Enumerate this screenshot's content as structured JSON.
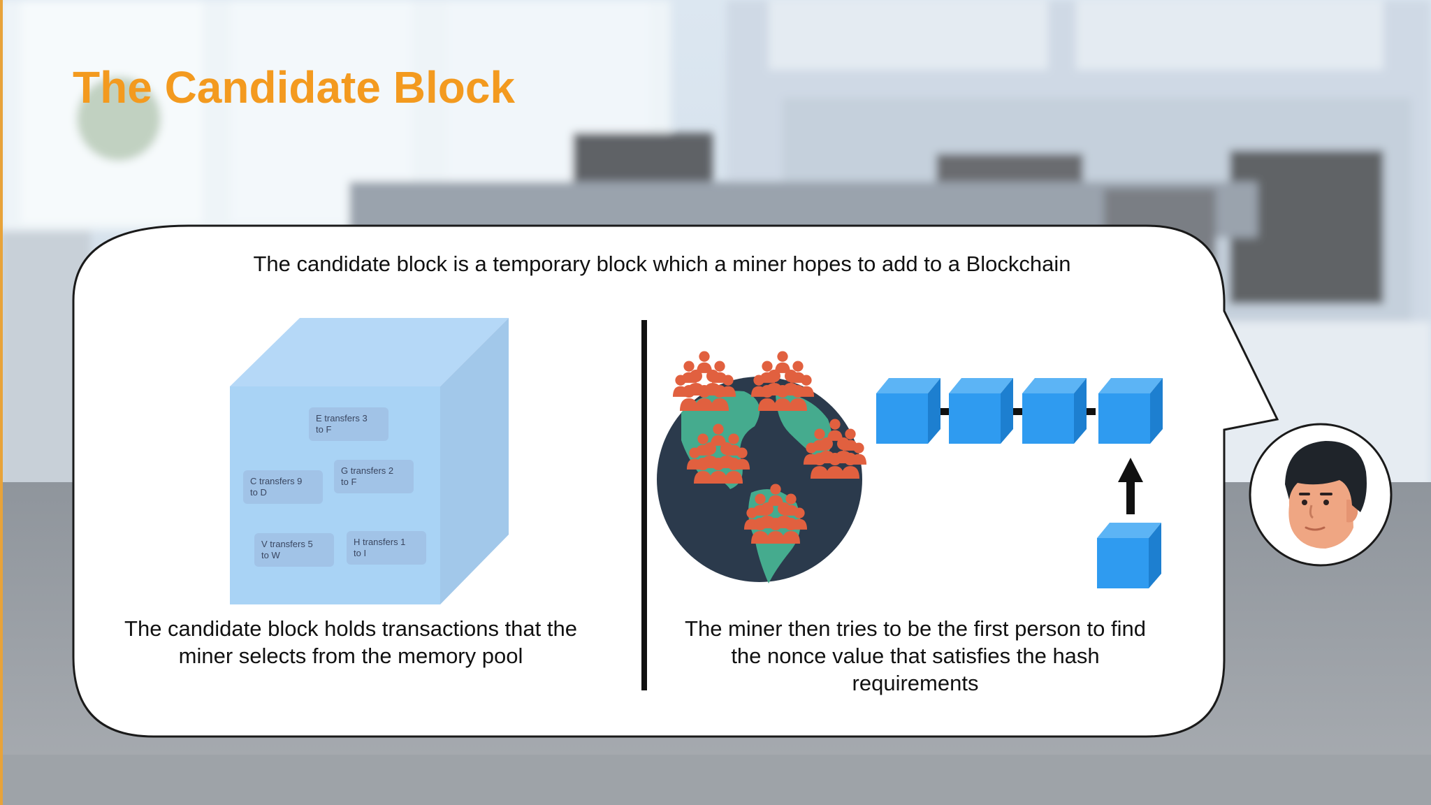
{
  "slide": {
    "title": "The Candidate Block",
    "intro": "The candidate block is a temporary block which a miner hopes to add to a Blockchain",
    "left_caption": "The candidate block holds transactions that the miner selects from the memory pool",
    "right_caption": "The miner then tries to be the first person to find the nonce value that satisfies the hash requirements"
  },
  "transactions": [
    "E transfers 3 to F",
    "G transfers 2 to F",
    "C transfers 9 to D",
    "V transfers 5 to W",
    "H transfers 1 to I"
  ],
  "colors": {
    "title": "#f39a1f",
    "block": "#2f9bf0",
    "people": "#e1603f",
    "globe": "#2b3a4c",
    "land": "#45ab8e"
  },
  "icons": [
    "candidate-block-cube",
    "globe-icon",
    "miner-group-icon",
    "blockchain-icon",
    "up-arrow-icon",
    "presenter-avatar"
  ]
}
